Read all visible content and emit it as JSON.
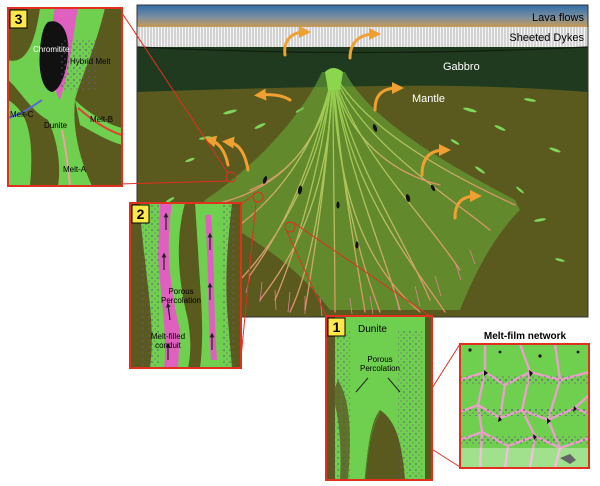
{
  "main": {
    "layers": {
      "lava_flows": "Lava flows",
      "sheeted_dykes": "Sheeted Dykes",
      "gabbro": "Gabbro",
      "mantle": "Mantle"
    }
  },
  "inset1": {
    "number": "1",
    "dunite": "Dunite",
    "porous_line1": "Porous",
    "porous_line2": "Percolation"
  },
  "inset2": {
    "number": "2",
    "porous_line1": "Porous",
    "porous_line2": "Percolation",
    "conduit_line1": "Melt-filled",
    "conduit_line2": "conduit"
  },
  "inset3": {
    "number": "3",
    "chromitite": "Chromitite",
    "hybrid_melt": "Hybrid Melt",
    "melt_c": "Melt-C",
    "dunite": "Dunite",
    "melt_b": "Melt-B",
    "melt_a": "Melt-A"
  },
  "inset4": {
    "title": "Melt-film network"
  },
  "colors": {
    "mantle": "#5a5a1e",
    "gabbro": "#1f3a1f",
    "dunite": "#6fcf4f",
    "melt": "#e060c0",
    "arrow": "#f0a030",
    "callout": "#e03020"
  }
}
